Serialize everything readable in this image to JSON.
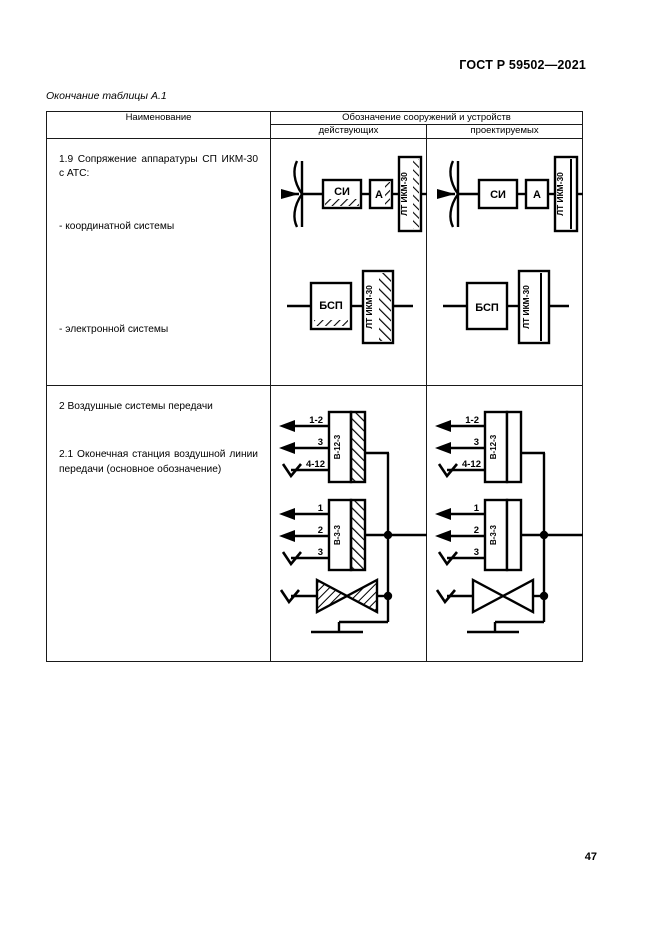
{
  "document": {
    "header": "ГОСТ Р 59502—2021",
    "table_caption": "Окончание таблицы А.1",
    "page_number": "47"
  },
  "table": {
    "headers": {
      "name": "Наименование",
      "designation_group": "Обозначение сооружений и устройств",
      "existing": "действующих",
      "projected": "проектируемых"
    },
    "rows": [
      {
        "id": "row-1-9",
        "name_lines": [
          "1.9 Сопряжение аппаратуры СП ИКМ-30 с АТС:",
          "- координатной системы",
          "- электронной системы"
        ],
        "symbols": {
          "coordinate": {
            "existing": {
              "boxes": [
                {
                  "label": "СИ",
                  "hatched": true
                },
                {
                  "label": "А",
                  "hatched": true
                },
                {
                  "label": "ЛТ ИКМ-30",
                  "vertical": true,
                  "hatched": true
                }
              ]
            },
            "projected": {
              "boxes": [
                {
                  "label": "СИ",
                  "hatched": false
                },
                {
                  "label": "А",
                  "hatched": false
                },
                {
                  "label": "ЛТ ИКМ-30",
                  "vertical": true,
                  "hatched": false
                }
              ]
            }
          },
          "electronic": {
            "existing": {
              "boxes": [
                {
                  "label": "БСП",
                  "hatched": true
                },
                {
                  "label": "ЛТ ИКМ-30",
                  "vertical": true,
                  "hatched": true
                }
              ]
            },
            "projected": {
              "boxes": [
                {
                  "label": "БСП",
                  "hatched": false
                },
                {
                  "label": "ЛТ ИКМ-30",
                  "vertical": true,
                  "hatched": false
                }
              ]
            }
          }
        }
      },
      {
        "id": "row-2",
        "name_lines": [
          "2  Воздушные системы передачи",
          "2.1 Оконечная станция воздушной линии передачи (основное обозначение)"
        ],
        "symbols": {
          "group_a": {
            "box_label": "В-12-3",
            "channel_labels": [
              "1-2",
              "3",
              "4-12"
            ]
          },
          "group_b": {
            "box_label": "В-3-3",
            "channel_labels": [
              "1",
              "2",
              "3"
            ]
          },
          "group_c": {
            "shape": "bowtie-amplifier"
          }
        }
      }
    ]
  }
}
